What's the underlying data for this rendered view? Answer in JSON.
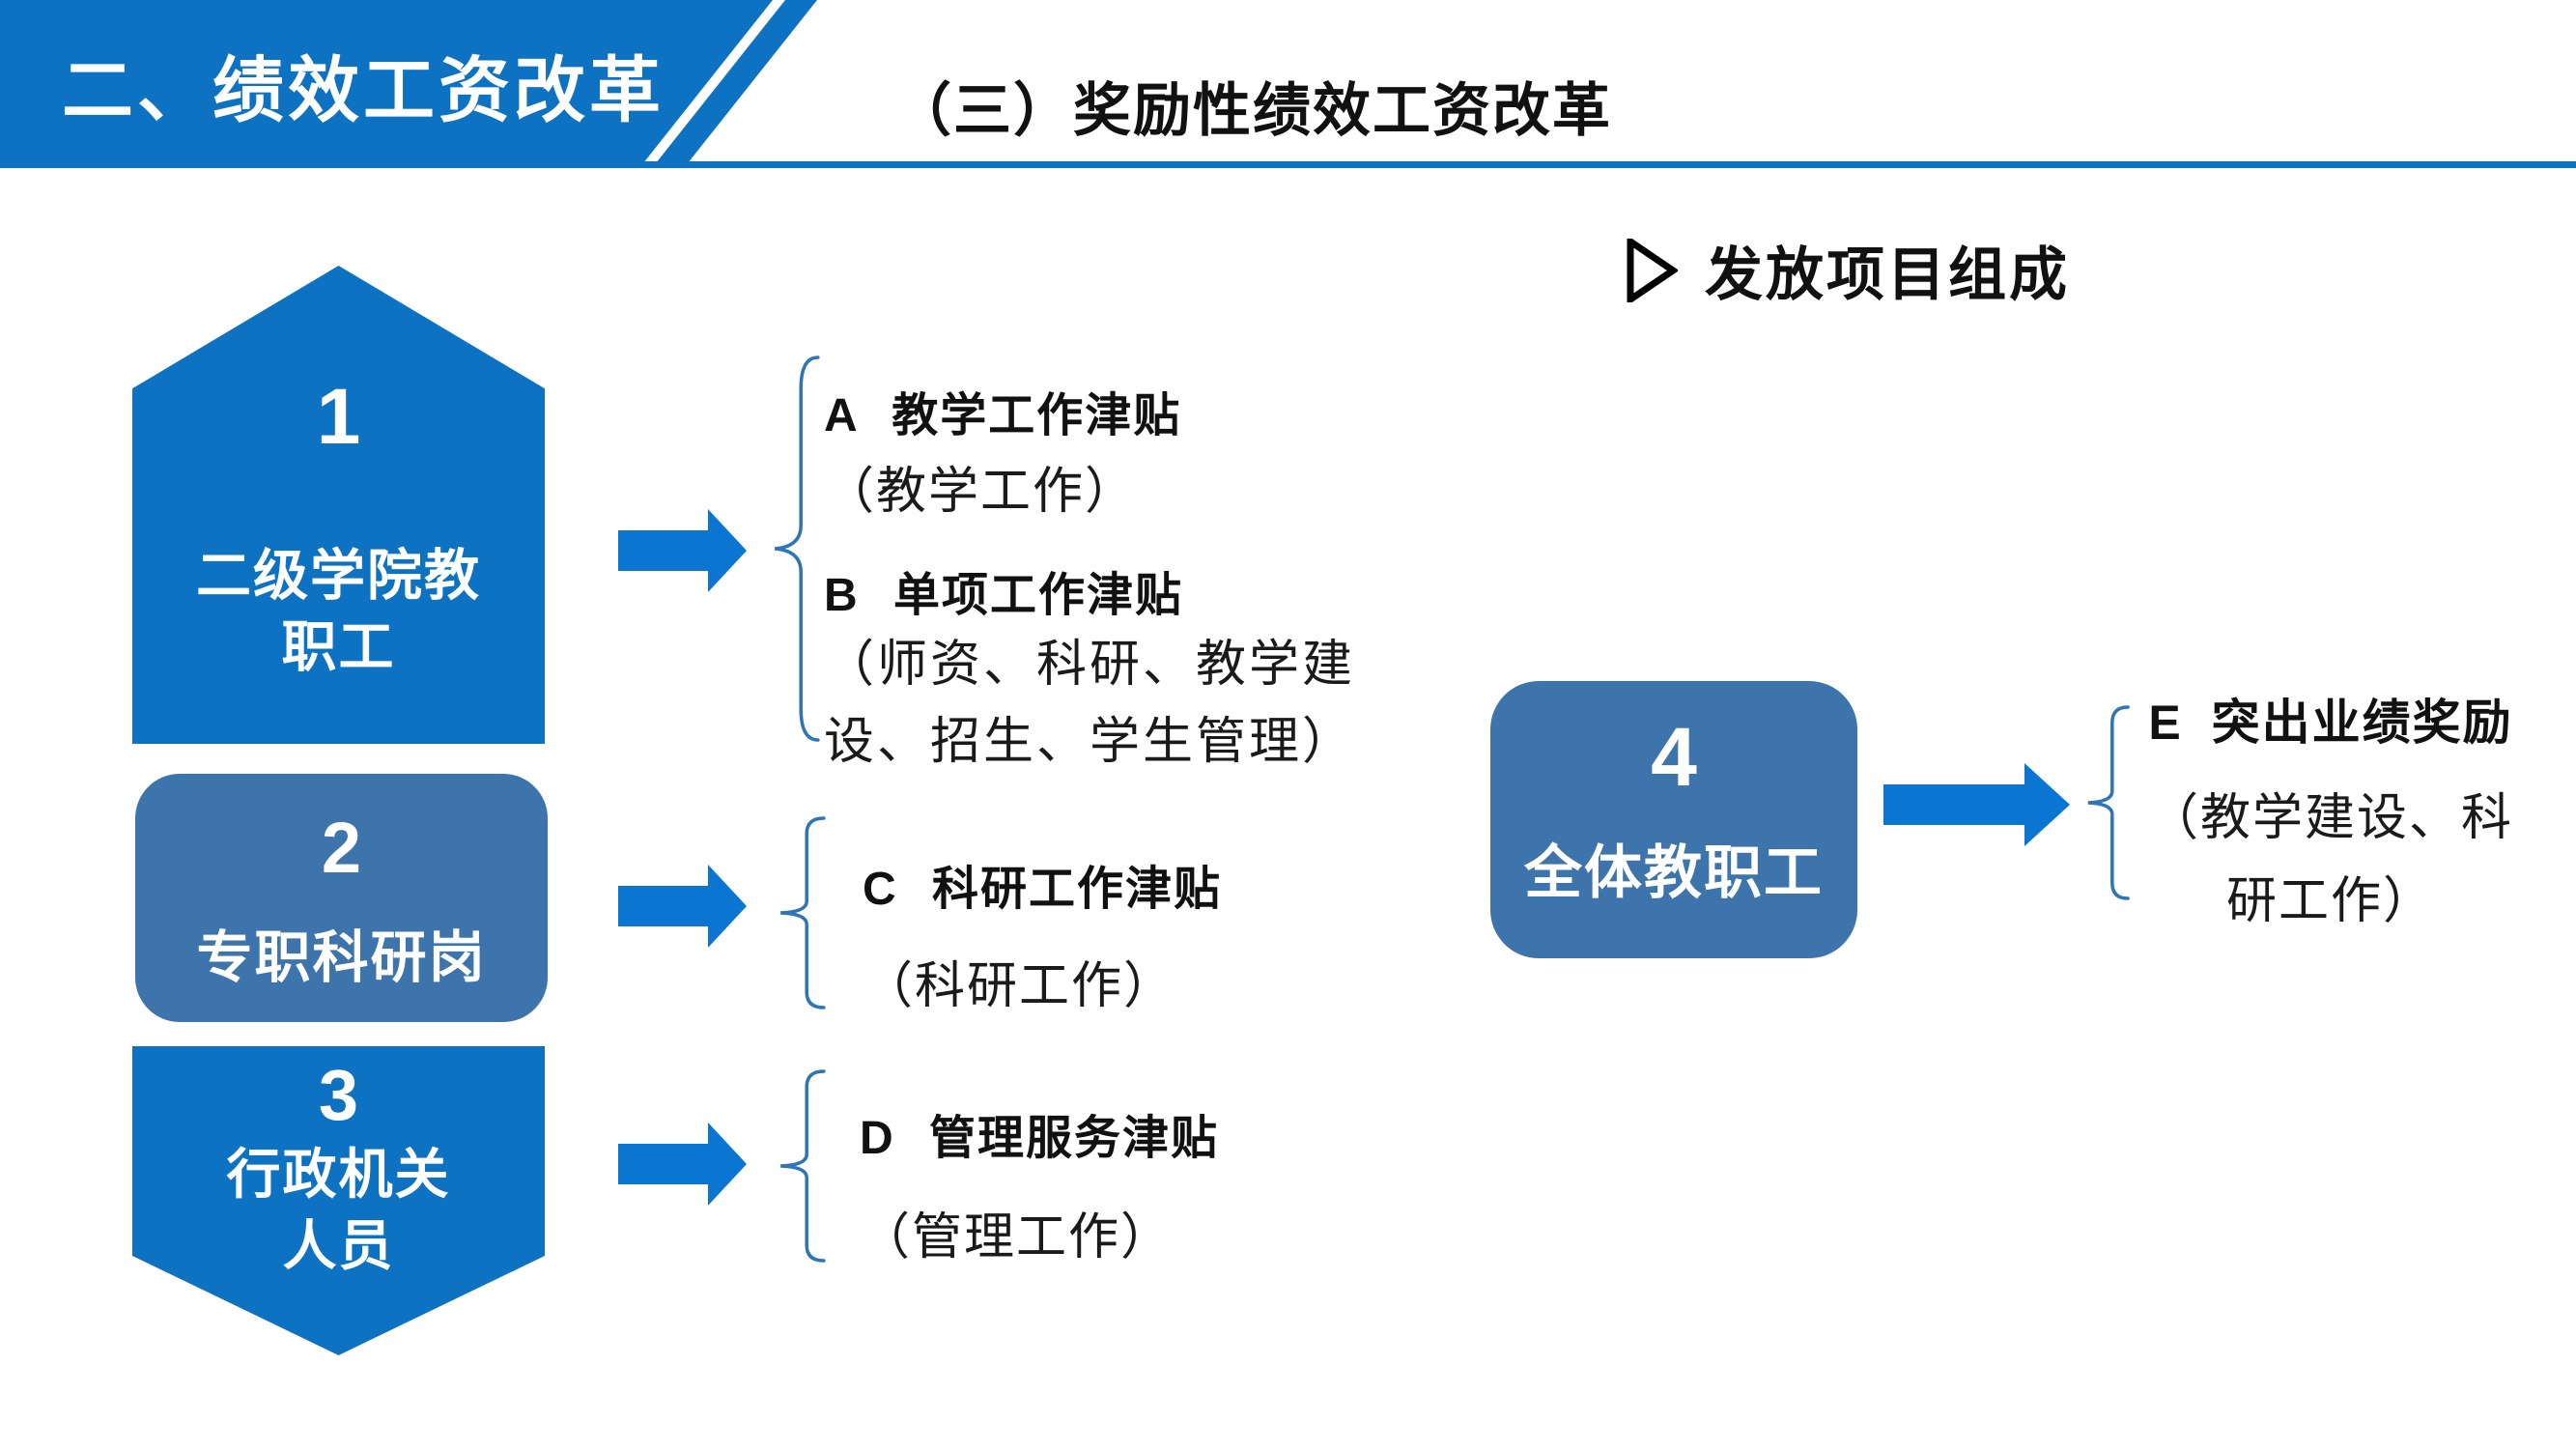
{
  "header": {
    "banner_label": "二、绩效工资改革",
    "section_title": "（三）奖励性绩效工资改革"
  },
  "bullet_heading": "发放项目组成",
  "left_shapes": [
    {
      "number": "1",
      "line1": "二级学院教",
      "line2": "职工"
    },
    {
      "number": "2",
      "line1": "专职科研岗"
    },
    {
      "number": "3",
      "line1": "行政机关",
      "line2": "人员"
    }
  ],
  "center_shape": {
    "number": "4",
    "label": "全体教职工"
  },
  "allowance_groups": [
    {
      "code_line": "A 教学工作津贴",
      "detail": "（教学工作）"
    },
    {
      "code_line": "B 单项工作津贴",
      "detail": "（师资、科研、教学建设、招生、学生管理）"
    },
    {
      "code_line": "C 科研工作津贴",
      "detail": "（科研工作）"
    },
    {
      "code_line": "D 管理服务津贴",
      "detail": "（管理工作）"
    },
    {
      "code_line": "E 突出业绩奖励",
      "detail": "（教学建设、科研工作）"
    }
  ],
  "colors": {
    "primary": "#0E72C2",
    "steel": "#3C74AB",
    "arrow": "#0A76D2",
    "brace": "#2E75B6",
    "ink": "#111111"
  }
}
